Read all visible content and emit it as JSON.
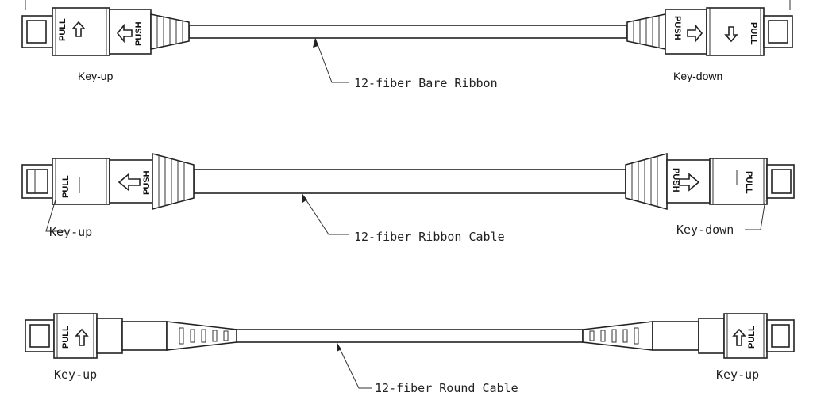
{
  "assemblies": [
    {
      "cable_label": "12-fiber Bare Ribbon",
      "left_key": "Key-up",
      "right_key": "Key-down",
      "left_pull": "PULL",
      "left_push": "PUSH",
      "right_pull": "PULL",
      "right_push": "PUSH"
    },
    {
      "cable_label": "12-fiber Ribbon Cable",
      "left_key": "Key-up",
      "right_key": "Key-down",
      "left_pull": "PULL",
      "left_push": "PUSH",
      "right_pull": "PULL",
      "right_push": "PUSH"
    },
    {
      "cable_label": "12-fiber Round Cable",
      "left_key": "Key-up",
      "right_key": "Key-up",
      "left_pull": "PULL",
      "right_pull": "PULL"
    }
  ]
}
